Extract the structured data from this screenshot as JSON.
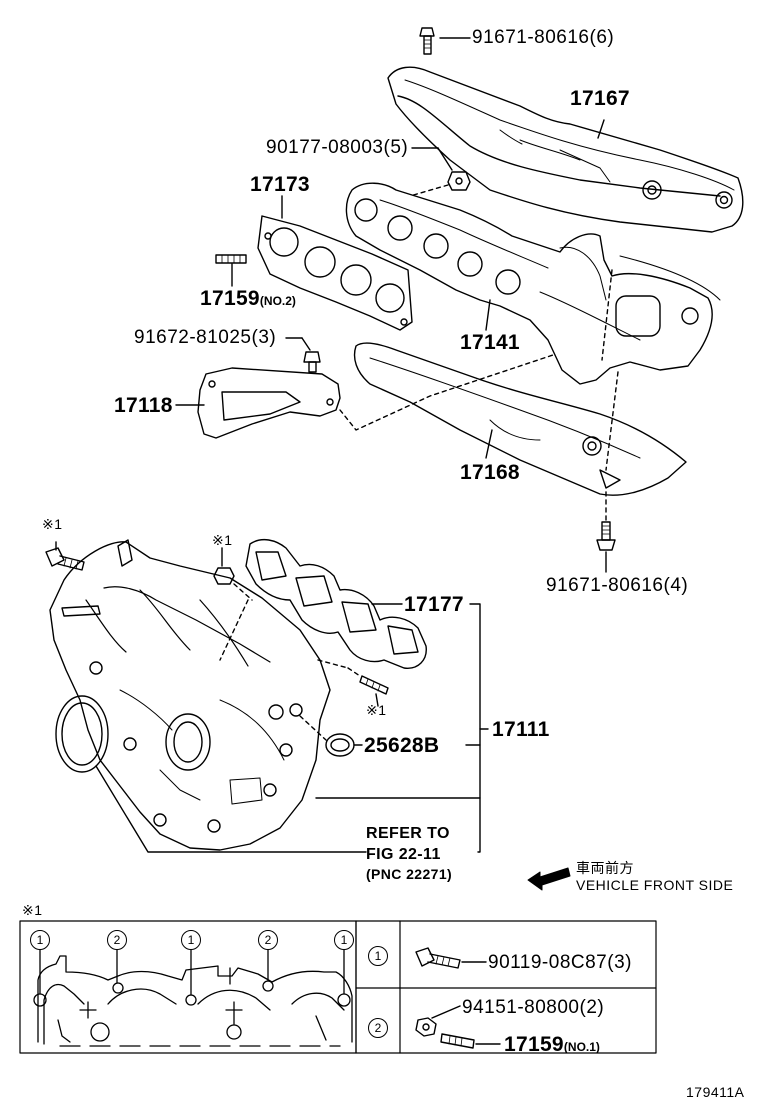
{
  "parts": {
    "p_91671_6": "91671-80616(6)",
    "p_17167": "17167",
    "p_90177": "90177-08003(5)",
    "p_17173": "17173",
    "p_17159": "17159",
    "p_17159_suffix": "(NO.2)",
    "p_91672": "91672-81025(3)",
    "p_17141": "17141",
    "p_17118": "17118",
    "p_17168": "17168",
    "p_91671_4": "91671-80616(4)",
    "p_17177": "17177",
    "p_17111": "17111",
    "p_25628b": "25628B"
  },
  "refer": {
    "line1": "REFER TO",
    "line2": "FIG 22-11",
    "line3": "(PNC 22271)"
  },
  "front": {
    "japanese": "車両前方",
    "english": "VEHICLE FRONT SIDE"
  },
  "callout_mark": "※1",
  "table": {
    "title": "※1",
    "row1_key": "1",
    "row1_part": "90119-08C87(3)",
    "row2_key": "2",
    "row2_part_a": "94151-80800(2)",
    "row2_part_b": "17159",
    "row2_part_b_suffix": "(NO.1)",
    "circles": [
      "1",
      "2",
      "1",
      "2",
      "1"
    ]
  },
  "figure_id": "179411A"
}
